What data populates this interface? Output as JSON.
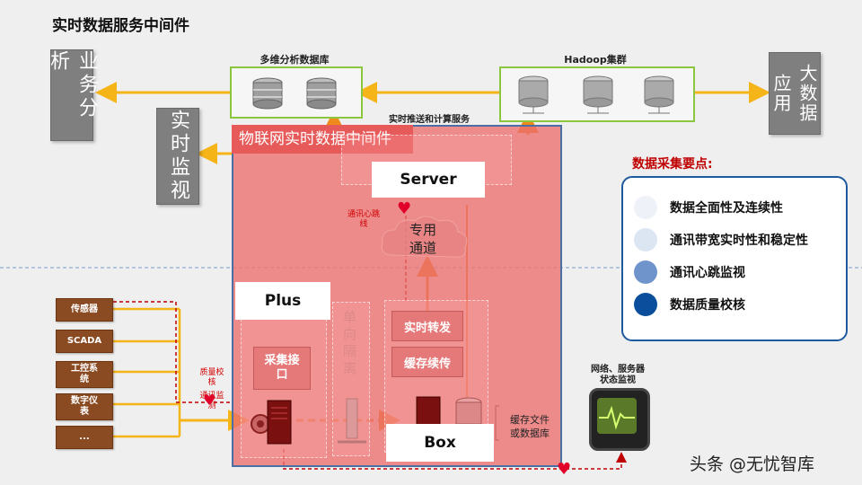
{
  "title": "实时数据服务中间件",
  "left_boxes": {
    "business_analysis": "业务分析",
    "realtime_monitor": "实时监视"
  },
  "right_box": {
    "app_big_data": "应用",
    "app_big_data_2": "大数据"
  },
  "multi_db": {
    "label": "多维分析数据库"
  },
  "hadoop": {
    "label": "Hadoop集群"
  },
  "server_caption": "实时推送和计算服务",
  "middleware": {
    "title": "物联网实时数据中间件",
    "server": "Server",
    "plus": "Plus",
    "box": "Box",
    "channel": "专用\n通道",
    "one_way": "单\n向\n隔\n离",
    "collect_iface": "采集接\n口",
    "realtime_forward": "实时转发",
    "cache_resume": "缓存续传",
    "heartbeat_line": "通讯心跳\n线",
    "quality_check": "质量校\n核",
    "comm_monitor": "通讯监\n测"
  },
  "devices": [
    "传感器",
    "SCADA",
    "工控系\n统",
    "数字仪\n表",
    "..."
  ],
  "cache_note": "缓存文件\n或数据库",
  "monitor": {
    "label": "网络、服务器\n状态监视"
  },
  "legend": {
    "title": "数据采集要点:",
    "items": [
      {
        "text": "数据全面性及连续性",
        "color": "#eef2f8"
      },
      {
        "text": "通讯带宽实时性和稳定性",
        "color": "#dce6f2"
      },
      {
        "text": "通讯心跳监视",
        "color": "#6f94cc"
      },
      {
        "text": "数据质量校核",
        "color": "#0b4f9c"
      }
    ]
  },
  "watermark": "头条 @无忧智库",
  "colors": {
    "arrow": "#f5b418",
    "middleware": "#ec6e6e",
    "legend_border": "#1e5aa0",
    "heart": "#e0002a"
  }
}
